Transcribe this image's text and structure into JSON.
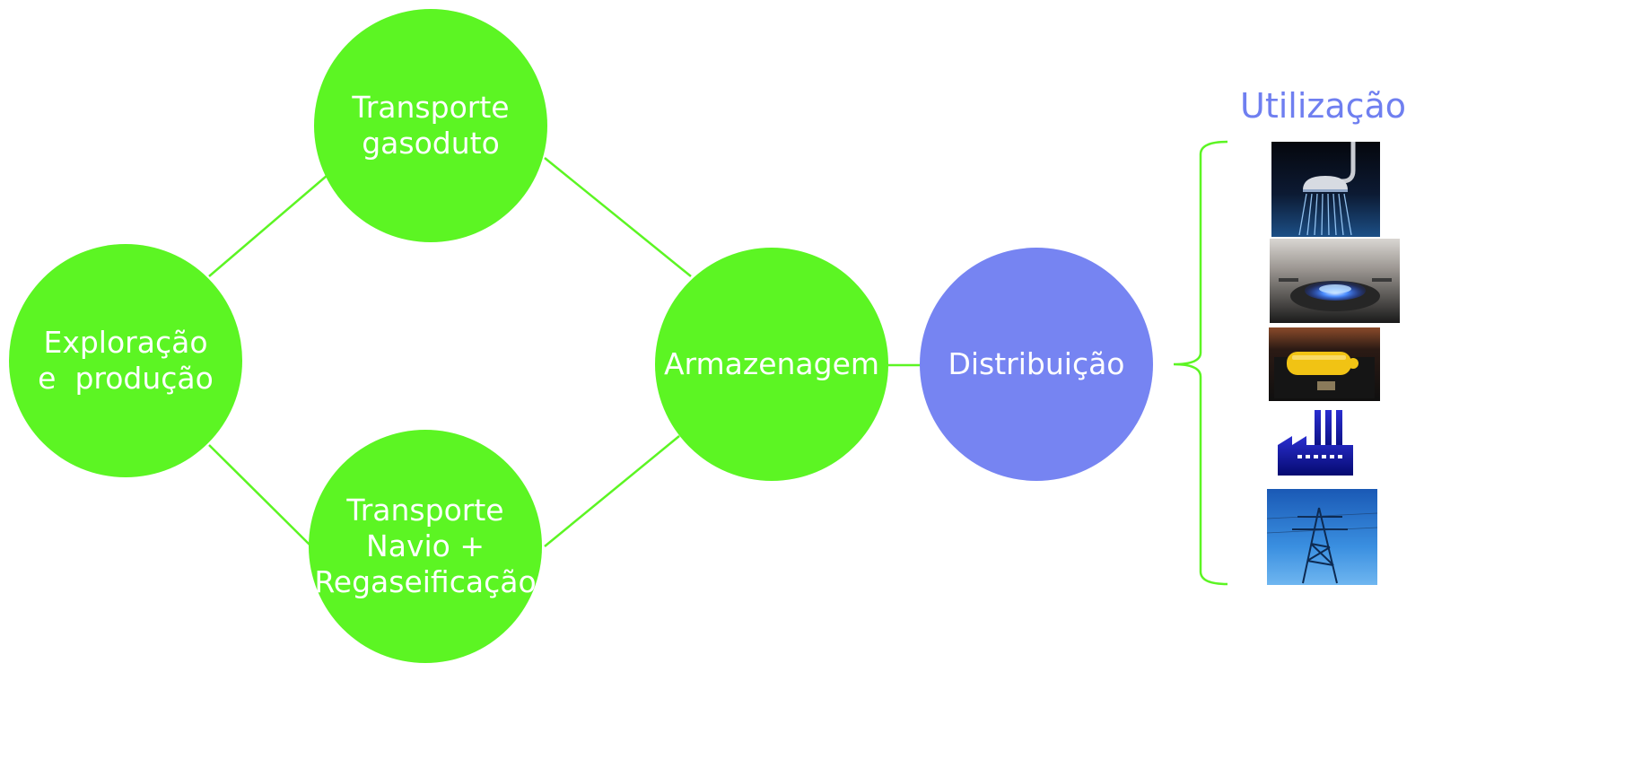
{
  "colors": {
    "stage_node": "#5cf523",
    "distribution_node": "#7684f2",
    "connector": "#5cf523",
    "node_text": "#ffffff",
    "title_text": "#6f7ff0",
    "bracket": "#5cf523"
  },
  "nodes": {
    "exploracao": {
      "lines": [
        "Exploração",
        "e  produção"
      ]
    },
    "gasoduto": {
      "lines": [
        "Transporte",
        "gasoduto"
      ]
    },
    "navio": {
      "lines": [
        "Transporte",
        "Navio +",
        "Regaseificação"
      ]
    },
    "armazenagem": {
      "lines": [
        "Armazenagem"
      ]
    },
    "distribuicao": {
      "lines": [
        "Distribuição"
      ]
    }
  },
  "utilizacao": {
    "title": "Utilização",
    "items": [
      {
        "name": "shower",
        "icon": "shower-icon"
      },
      {
        "name": "gas-stove",
        "icon": "gas-stove-icon"
      },
      {
        "name": "vehicle-gas-tank",
        "icon": "vehicle-gas-tank-icon"
      },
      {
        "name": "factory",
        "icon": "factory-icon"
      },
      {
        "name": "power-pylon",
        "icon": "power-pylon-icon"
      }
    ]
  }
}
